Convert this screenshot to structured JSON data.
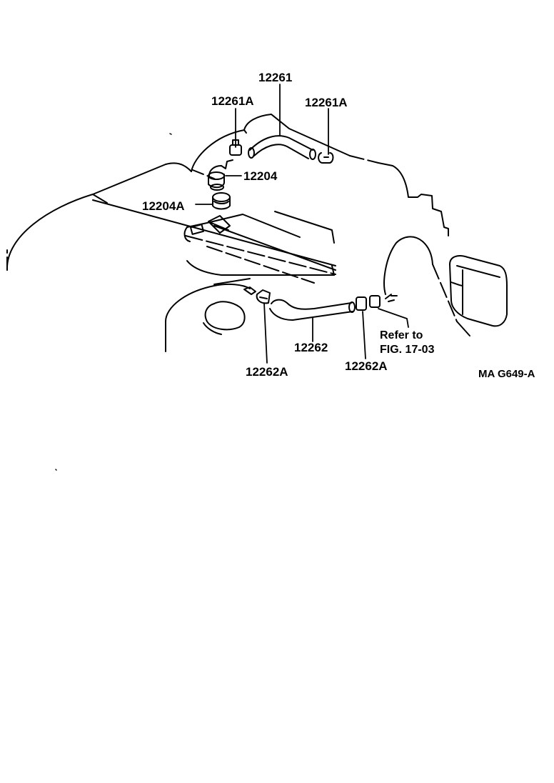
{
  "diagram": {
    "labels": {
      "hose_upper": "12261",
      "clip_upper_left": "12261A",
      "clip_upper_right": "12261A",
      "pcv_valve": "12204",
      "grommet": "12204A",
      "hose_lower": "12262",
      "clip_lower_left": "12262A",
      "clip_lower_right": "12262A",
      "refer_line1": "Refer to",
      "refer_line2": "FIG. 17-03",
      "figure_code": "MA G649-A"
    },
    "colors": {
      "ink": "#000000",
      "paper": "#ffffff"
    }
  }
}
